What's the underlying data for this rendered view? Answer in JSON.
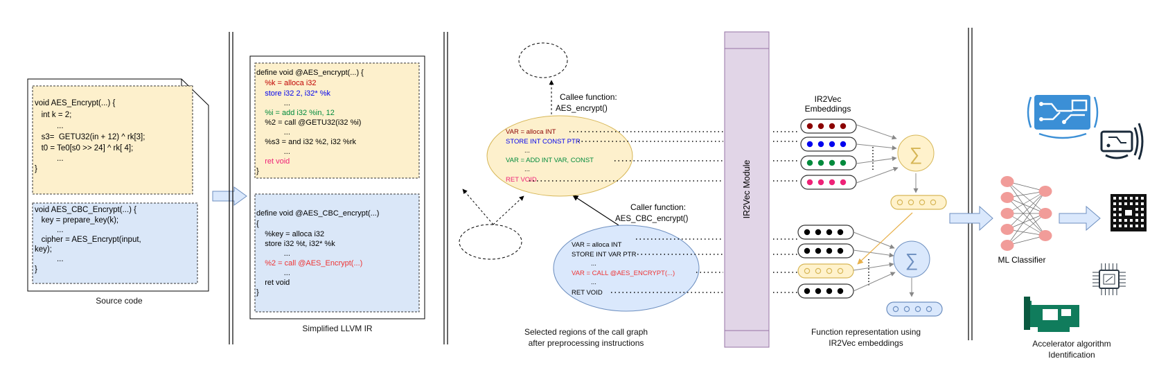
{
  "colors": {
    "code_yellow": "#fdf0cc",
    "code_blue": "#dae7f8",
    "ir2vec_purple": "#e1d5e7",
    "red": "#c00000",
    "blue": "#0000ee",
    "green": "#008a3c",
    "pink": "#ee2277",
    "salmon": "#e33",
    "node_pink": "#f19c99",
    "arrow_blue": "#dae8fc"
  },
  "source": {
    "aes_encrypt_lines": [
      "void AES_Encrypt(...) {",
      "   int k = 2;",
      "          ...",
      "   s3=  GETU32(in + 12) ^ rk[3];",
      "   t0 = Te0[s0 >> 24] ^ rk[ 4];",
      "          ...",
      "}"
    ],
    "aes_cbc_lines": [
      "void AES_CBC_Encrypt(...) {",
      "   key = prepare_key(k);",
      "          ...",
      "   cipher = AES_Encrypt(input,",
      "key);",
      "          ...",
      "}"
    ],
    "caption": "Source code"
  },
  "llvm": {
    "encrypt_lines": [
      "define void @AES_encrypt(...) {",
      "    %k = alloca i32",
      "    store i32 2, i32* %k",
      "             ...",
      "    %i = add i32 %in, 12",
      "    %2 = call @GETU32(i32 %i)",
      "             ...",
      "    %s3 = and i32 %2, i32 %rk",
      "             ...",
      "    ret void",
      "}"
    ],
    "cbc_lines": [
      "define void @AES_CBC_encrypt(...)",
      "{",
      "    %key = alloca i32",
      "    store i32 %t, i32* %k",
      "             ...",
      "    %2 = call @AES_Encrypt(...)",
      "             ...",
      "    ret void",
      "}"
    ],
    "caption": "Simplified LLVM IR"
  },
  "callgraph": {
    "callee_label_1": "Callee function:",
    "callee_label_2": "AES_encrypt()",
    "caller_label_1": "Caller function:",
    "caller_label_2": "AES_CBC_encrypt()",
    "callee_lines": [
      "VAR = alloca INT",
      "STORE INT CONST PTR",
      "...",
      "VAR = ADD INT VAR, CONST",
      "...",
      "RET VOID"
    ],
    "caller_lines": [
      "VAR = alloca INT",
      "STORE INT VAR PTR",
      "...",
      "VAR = CALL @AES_ENCRYPT(...)",
      "...",
      "RET VOID"
    ],
    "caption_1": "Selected regions of the call graph",
    "caption_2": "after preprocessing instructions"
  },
  "ir2vec": {
    "module_label": "IR2Vec Module",
    "embeddings_1": "IR2Vec",
    "embeddings_2": "Embeddings",
    "sum_symbol": "∑",
    "caption_1": "Function representation using",
    "caption_2": "IR2Vec embeddings"
  },
  "classifier": {
    "label": "ML Classifier",
    "caption_1": "Accelerator algorithm",
    "caption_2": "Identification",
    "icons": [
      "circuit-wireless-icon",
      "circuit-board-icon",
      "chip-icon",
      "processor-icon",
      "accelerator-card-icon"
    ]
  }
}
